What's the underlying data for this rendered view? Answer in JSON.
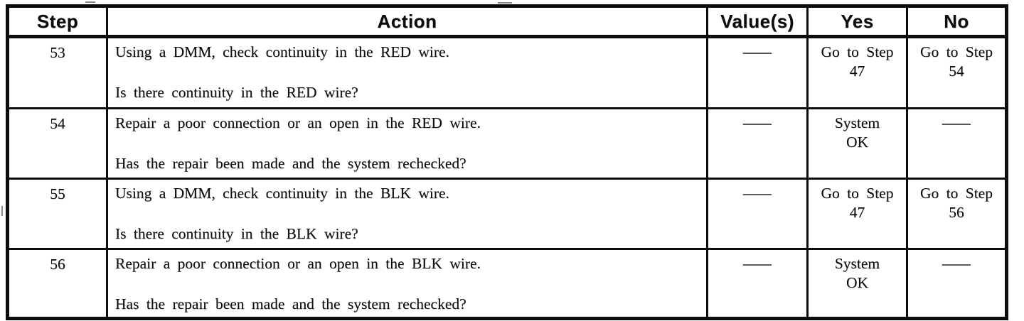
{
  "table": {
    "header": {
      "step": "Step",
      "action": "Action",
      "values": "Value(s)",
      "yes": "Yes",
      "no": "No"
    },
    "rows": [
      {
        "step": "53",
        "action": [
          "Using a DMM, check continuity in the RED wire.",
          "Is there continuity in the RED wire?"
        ],
        "values": "—",
        "yes": [
          "Go to Step",
          "47"
        ],
        "no": [
          "Go to Step",
          "54"
        ]
      },
      {
        "step": "54",
        "action": [
          "Repair a poor connection or an open in the RED wire.",
          "Has the repair been made and the system rechecked?"
        ],
        "values": "—",
        "yes": [
          "System",
          "OK"
        ],
        "no": [
          "—"
        ]
      },
      {
        "step": "55",
        "action": [
          "Using a DMM, check continuity in the BLK wire.",
          "Is there continuity in the BLK wire?"
        ],
        "values": "—",
        "yes": [
          "Go to Step",
          "47"
        ],
        "no": [
          "Go to Step",
          "56"
        ]
      },
      {
        "step": "56",
        "action": [
          "Repair a poor connection or an open in the BLK wire.",
          "Has the repair been made and the system rechecked?"
        ],
        "values": "—",
        "yes": [
          "System",
          "OK"
        ],
        "no": [
          "—"
        ]
      }
    ],
    "colors": {
      "ink": "#0d0d0d",
      "paper": "#ffffff"
    }
  }
}
